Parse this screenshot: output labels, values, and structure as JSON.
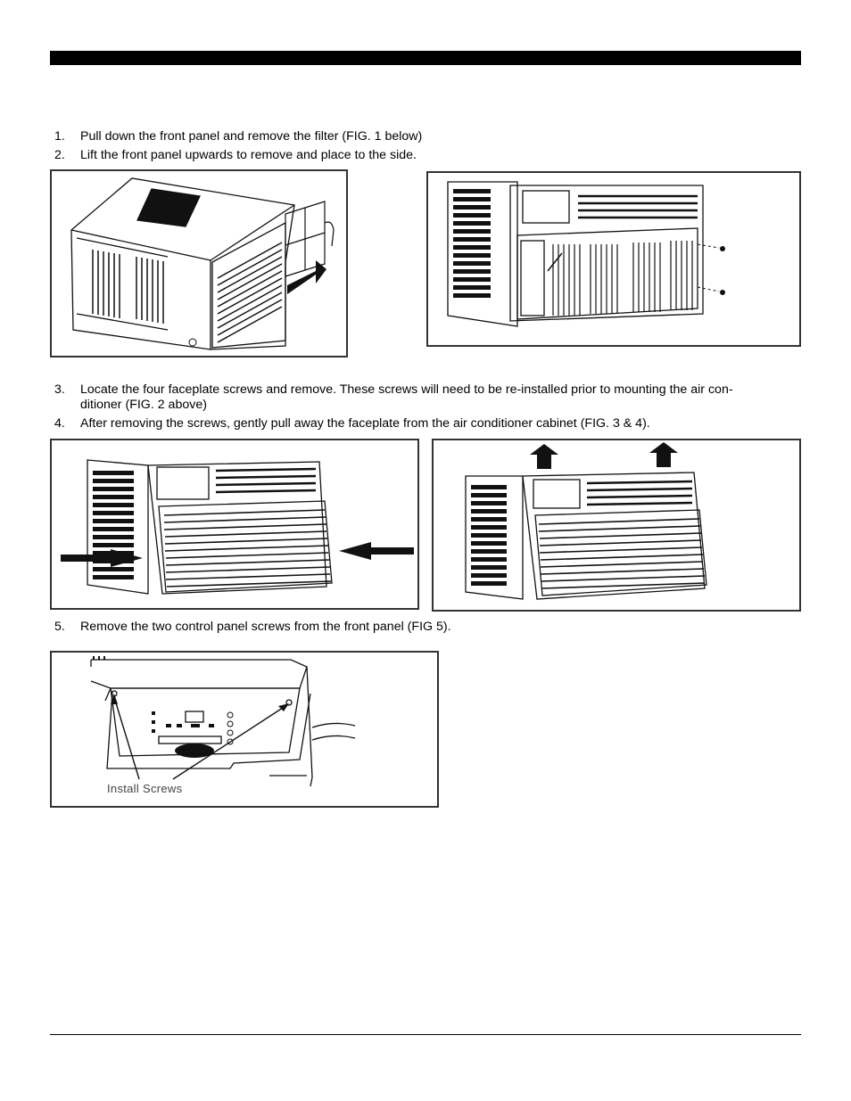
{
  "steps": [
    {
      "num": "1.",
      "text": "Pull down the front panel and remove the filter (FIG. 1 below)"
    },
    {
      "num": "2.",
      "text": "Lift the front panel upwards to remove and place to the side."
    },
    {
      "num": "3.",
      "line1": "Locate the four faceplate screws and remove. These screws will need to be re-installed prior to mounting the air con-",
      "line2": "ditioner (FIG. 2 above)"
    },
    {
      "num": "4.",
      "text": "After removing the screws, gently pull away the faceplate from the air conditioner cabinet (FIG. 3 & 4)."
    },
    {
      "num": "5.",
      "text": "Remove the two control panel screws from the front panel (FIG 5)."
    }
  ],
  "figures": {
    "fig5_label": "Install Screws"
  }
}
